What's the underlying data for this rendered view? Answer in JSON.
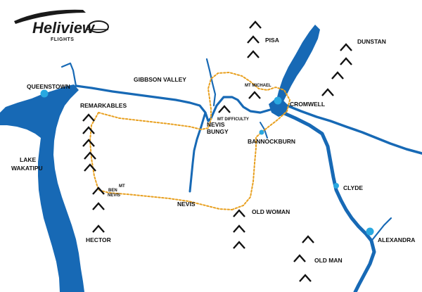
{
  "logo": {
    "name": "Heliview",
    "tagline": "FLIGHTS"
  },
  "labels": {
    "queenstown": "QUEENSTOWN",
    "gibbston_valley": "GIBBSON VALLEY",
    "remarkables": "REMARKABLES",
    "lake_line1": "LAKE",
    "lake_line2": "WAKATIPU",
    "pisa": "PISA",
    "dunstan": "DUNSTAN",
    "mt_michael": "MT MICHAEL",
    "cromwell": "CROMWELL",
    "mt_difficulty": "MT DIFFICULTY",
    "nevis_bungy_line1": "NEVIS",
    "nevis_bungy_line2": "BUNGY",
    "bannockburn": "BANNOCKBURN",
    "mt_ben_nevis_line1": "MT",
    "mt_ben_nevis_line2": "BEN",
    "mt_ben_nevis_line3": "NEVIS",
    "clyde": "CLYDE",
    "nevis": "NEVIS",
    "old_woman": "OLD WOMAN",
    "hector": "HECTOR",
    "alexandra": "ALEXANDRA",
    "old_man": "OLD MAN"
  },
  "icons": {
    "mountain": "mountain-peak-icon",
    "town": "town-marker-icon",
    "helicopter": "helicopter-icon"
  },
  "colors": {
    "water": "#1769b5",
    "route": "#e8a020",
    "town_marker": "#29a8e0",
    "mountain": "#111111"
  }
}
